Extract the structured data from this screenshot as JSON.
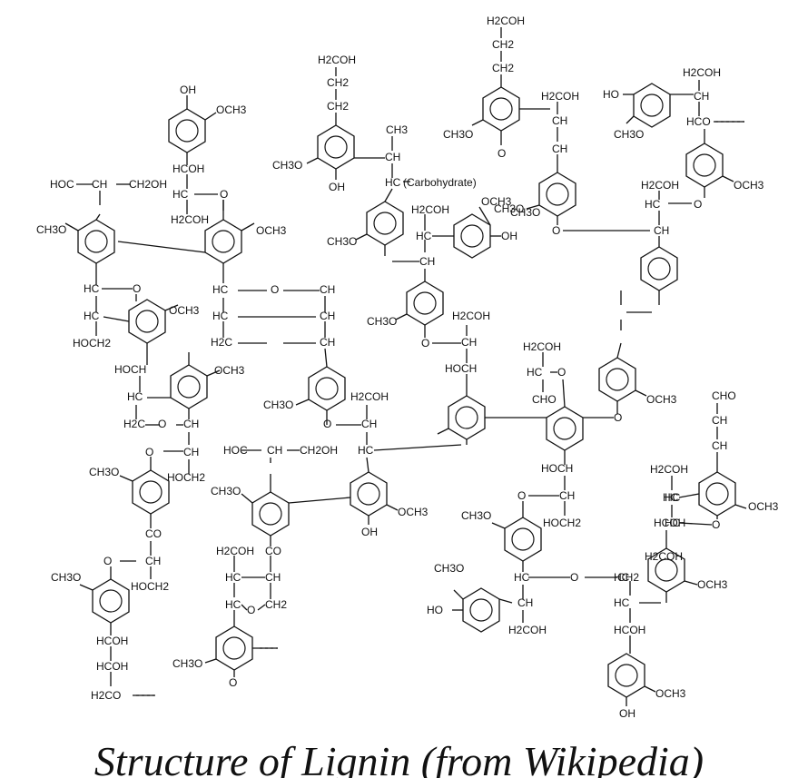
{
  "caption": "Structure of Lignin (from Wikipedia)",
  "labels": [
    "OH",
    "OCH3",
    "HOC",
    "CH",
    "CH2OH",
    "HCOH",
    "HC",
    "O",
    "H2COH",
    "CH3O",
    "OCH3",
    "H2COH",
    "CH2",
    "CH2",
    "CH3O",
    "OH",
    "CH3",
    "CH",
    "HC",
    "(Carbohydrate)",
    "CH3O",
    "H2COH",
    "HC",
    "CH",
    "OCH3",
    "CH3O",
    "OH",
    "H2COH",
    "CH2",
    "CH2",
    "CH3O",
    "O",
    "H2COH",
    "CH",
    "CH",
    "CH3O",
    "O",
    "H2COH",
    "HO",
    "CH",
    "HCO",
    "CH3O",
    "OCH3",
    "H2COH",
    "HC",
    "O",
    "CH",
    "HC",
    "O",
    "OCH3",
    "HC",
    "HOCH2",
    "HOCH",
    "HC",
    "H2C",
    "O",
    "CH",
    "CH3O",
    "O",
    "CH",
    "HOCH2",
    "CO",
    "O",
    "CH",
    "HOCH2",
    "CH3O",
    "HCOH",
    "HCOH",
    "H2CO",
    "HC",
    "HC",
    "H2C",
    "CH",
    "CH",
    "CH",
    "O",
    "CH3O",
    "O",
    "CH",
    "H2COH",
    "HC",
    "HOC",
    "CH",
    "CH2OH",
    "CH3O",
    "OCH3",
    "OH",
    "H2COH",
    "HC",
    "HC",
    "CO",
    "CH",
    "CH2",
    "O",
    "CH3O",
    "O",
    "CH3O",
    "O",
    "H2COH",
    "HOCH",
    "CH",
    "H2COH",
    "HC",
    "O",
    "CHO",
    "OCH3",
    "O",
    "HOCH",
    "CH",
    "HOCH2",
    "CH3O",
    "O",
    "HC",
    "CH",
    "H2COH",
    "HC",
    "O",
    "CH2",
    "HC",
    "HCOH",
    "OCH3",
    "OH",
    "H2COH",
    "HC",
    "HCOH",
    "OCH3",
    "CH3O",
    "HO",
    "CHO",
    "CH",
    "CH",
    "H2COH",
    "HC",
    "HC",
    "O",
    "OCH3",
    "OCH3"
  ]
}
